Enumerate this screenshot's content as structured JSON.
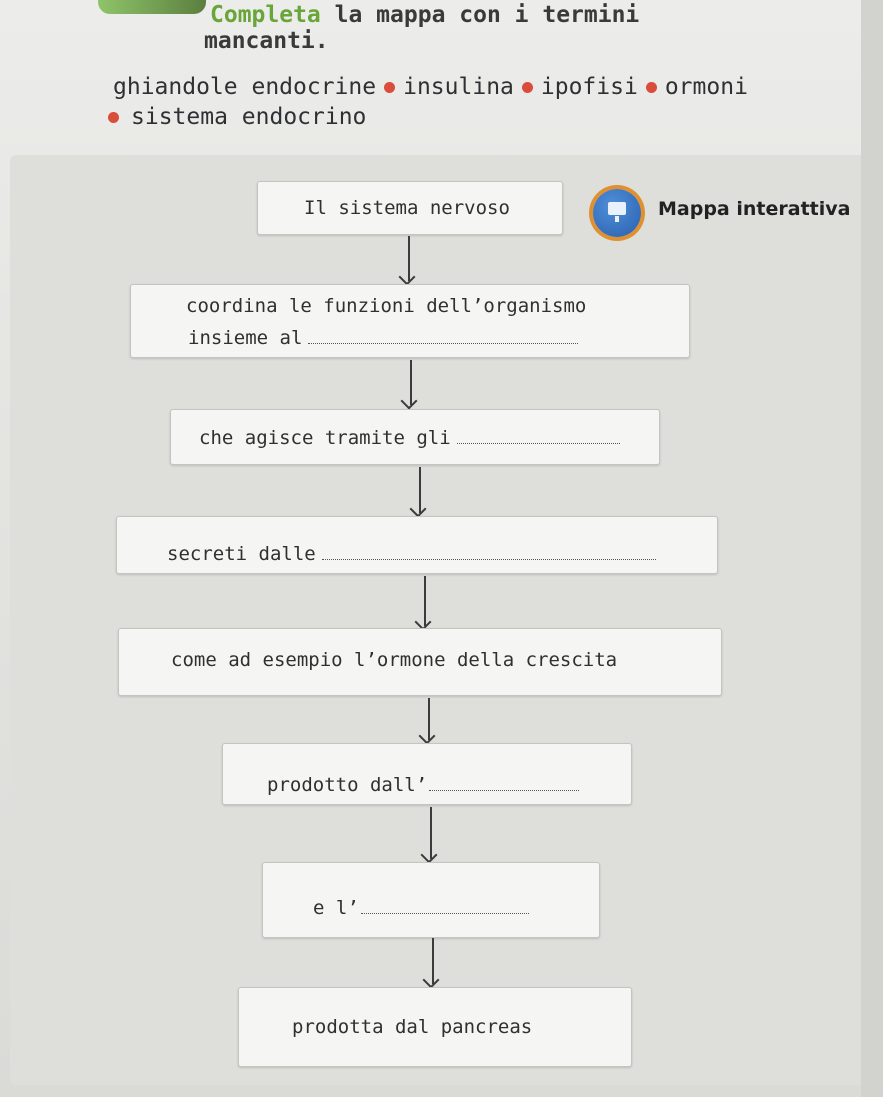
{
  "exercise": {
    "title_accent": "Completa",
    "title_rest": "la mappa con i termini",
    "title_line2": "mancanti."
  },
  "terms": [
    "ghiandole endocrine",
    "insulina",
    "ipofisi",
    "ormoni",
    "sistema endocrino"
  ],
  "interactive": {
    "label": "Mappa interattiva",
    "icon": "monitor-icon",
    "icon_color": "#2a5fae",
    "ring_color": "#e0902f"
  },
  "map": {
    "node1": "Il sistema nervoso",
    "node2_line1": "coordina le funzioni dell’organismo",
    "node2_line2": "insieme al",
    "node3": "che agisce tramite gli",
    "node4": "secreti dalle",
    "node5": "come ad esempio l’ormone della crescita",
    "node6": "prodotto dall’",
    "node7": "e l’",
    "node8": "prodotta dal pancreas"
  }
}
